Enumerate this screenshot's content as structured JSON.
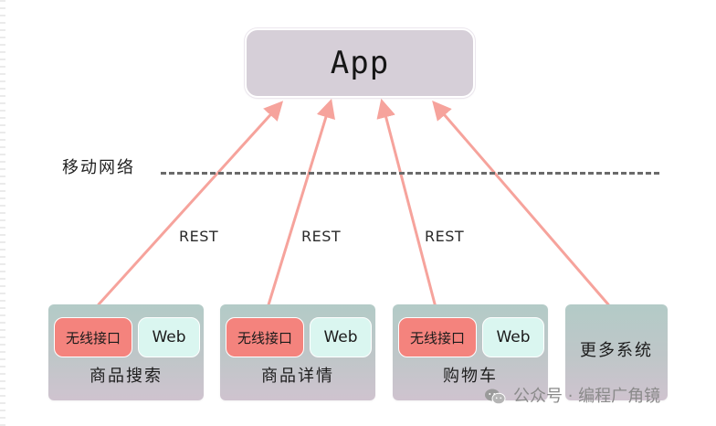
{
  "diagram": {
    "app": {
      "label": "App"
    },
    "network": {
      "label": "移动网络"
    },
    "rest_labels": [
      "REST",
      "REST",
      "REST"
    ],
    "systems": [
      {
        "name": "商品搜索",
        "wireless_label": "无线接口",
        "web_label": "Web"
      },
      {
        "name": "商品详情",
        "wireless_label": "无线接口",
        "web_label": "Web"
      },
      {
        "name": "购物车",
        "wireless_label": "无线接口",
        "web_label": "Web"
      },
      {
        "name": "更多系统"
      }
    ],
    "colors": {
      "arrow": "#f6a39c",
      "wireless_chip": "#f4837d",
      "web_chip": "#daf6f0",
      "app_box": "#d6cfd8",
      "dashed_line": "#6a6a6a"
    }
  },
  "watermark": {
    "icon": "wechat-icon",
    "text": "公众号 · 编程广角镜"
  }
}
